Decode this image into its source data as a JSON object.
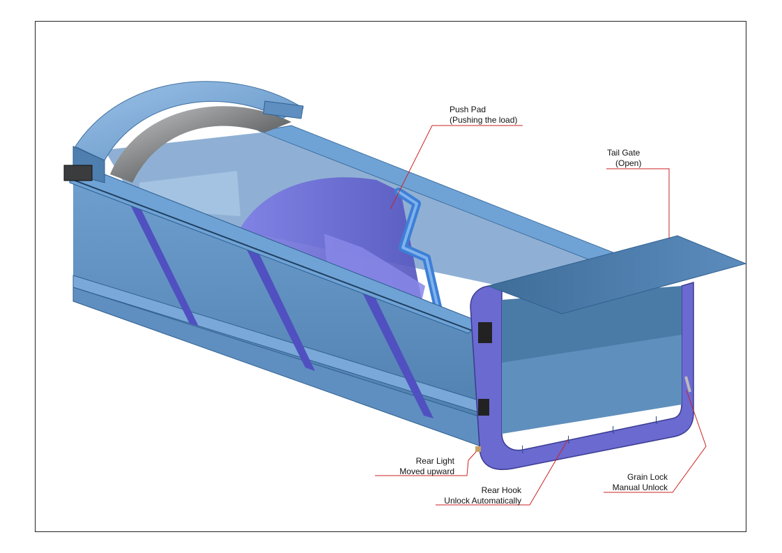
{
  "callouts": {
    "push_pad": {
      "line1": "Push Pad",
      "line2": "(Pushing the load)"
    },
    "tail_gate": {
      "line1": "Tail Gate",
      "line2": "(Open)"
    },
    "rear_light": {
      "line1": "Rear Light",
      "line2": "Moved upward"
    },
    "rear_hook": {
      "line1": "Rear Hook",
      "line2": "Unlock Automatically"
    },
    "grain_lock": {
      "line1": "Grain Lock",
      "line2": "Manual Unlock"
    }
  },
  "colors": {
    "body_blue": "#5f8fbd",
    "inner_blue": "#4a7ba7",
    "light_blue": "#8fb4dc",
    "rail_blue": "#6fa3d6",
    "purple": "#6a6ad0",
    "deep_purple": "#4c4caf",
    "gray_cover": "#5d5f61",
    "leader_red": "#cc2222"
  },
  "icons": {
    "hinge": "hinge-icon",
    "hook": "hook-icon",
    "latch": "latch-icon"
  }
}
